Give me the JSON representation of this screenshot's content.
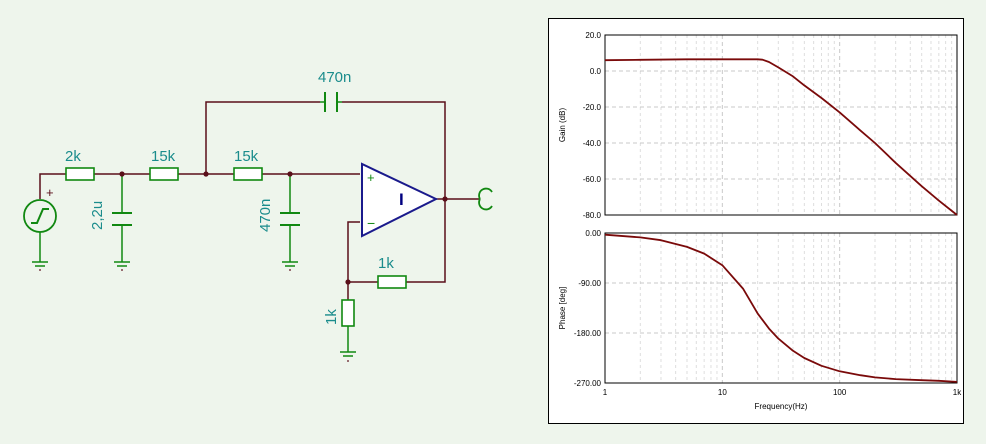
{
  "colors": {
    "background": "#eef5ec",
    "wire": "#5a0f1a",
    "component": "#118811",
    "label": "#1a8c8c",
    "opamp": "#1a1a8c",
    "node": "#5a0f1a",
    "curve": "#7a0a0a",
    "grid_major": "#c9c9c9",
    "grid_minor": "#dedede"
  },
  "schematic": {
    "components": [
      {
        "id": "r1",
        "label": "2k"
      },
      {
        "id": "c1",
        "label": "2,2u"
      },
      {
        "id": "r2",
        "label": "15k"
      },
      {
        "id": "r3",
        "label": "15k"
      },
      {
        "id": "c2",
        "label": "470n"
      },
      {
        "id": "c3",
        "label": "470n"
      },
      {
        "id": "r4",
        "label": "1k"
      },
      {
        "id": "r5",
        "label": "1k"
      }
    ],
    "opamp": {
      "plus": "+",
      "minus": "−",
      "symbol": "I"
    },
    "source": {
      "plus": "+"
    }
  },
  "chart_data": [
    {
      "type": "line",
      "x_scale": "log",
      "xlim": [
        1,
        1000
      ],
      "ylim": [
        -80,
        20
      ],
      "ylabel": "Gain (dB)",
      "y_ticks": [
        "20.0",
        "0.0",
        "-20.0",
        "-40.0",
        "-60.0",
        "-80.0"
      ],
      "y_tick_values": [
        20,
        0,
        -20,
        -40,
        -60,
        -80
      ],
      "series": [
        {
          "x": [
            1,
            2,
            5,
            10,
            15,
            20,
            22,
            25,
            30,
            40,
            50,
            70,
            100,
            150,
            200,
            300,
            500,
            700,
            1000
          ],
          "y": [
            6,
            6.2,
            6.5,
            6.5,
            6.5,
            6.5,
            6.3,
            5,
            2,
            -3,
            -8,
            -15,
            -23,
            -33,
            -40,
            -51,
            -64,
            -72,
            -80
          ]
        }
      ]
    },
    {
      "type": "line",
      "x_scale": "log",
      "xlim": [
        1,
        1000
      ],
      "ylim": [
        -270,
        0
      ],
      "ylabel": "Phase [deg]",
      "xlabel": "Frequency(Hz)",
      "y_ticks": [
        "0.00",
        "-90.00",
        "-180.00",
        "-270.00"
      ],
      "y_tick_values": [
        0,
        -90,
        -180,
        -270
      ],
      "x_ticks": [
        "1",
        "10",
        "100",
        "1k"
      ],
      "x_tick_values": [
        1,
        10,
        100,
        1000
      ],
      "series": [
        {
          "x": [
            1,
            2,
            3,
            5,
            7,
            10,
            15,
            20,
            25,
            30,
            40,
            50,
            70,
            100,
            150,
            200,
            300,
            500,
            700,
            1000
          ],
          "y": [
            -3,
            -8,
            -13,
            -25,
            -37,
            -58,
            -100,
            -145,
            -172,
            -190,
            -212,
            -225,
            -239,
            -249,
            -256,
            -260,
            -263,
            -265,
            -266,
            -268
          ]
        }
      ]
    }
  ]
}
